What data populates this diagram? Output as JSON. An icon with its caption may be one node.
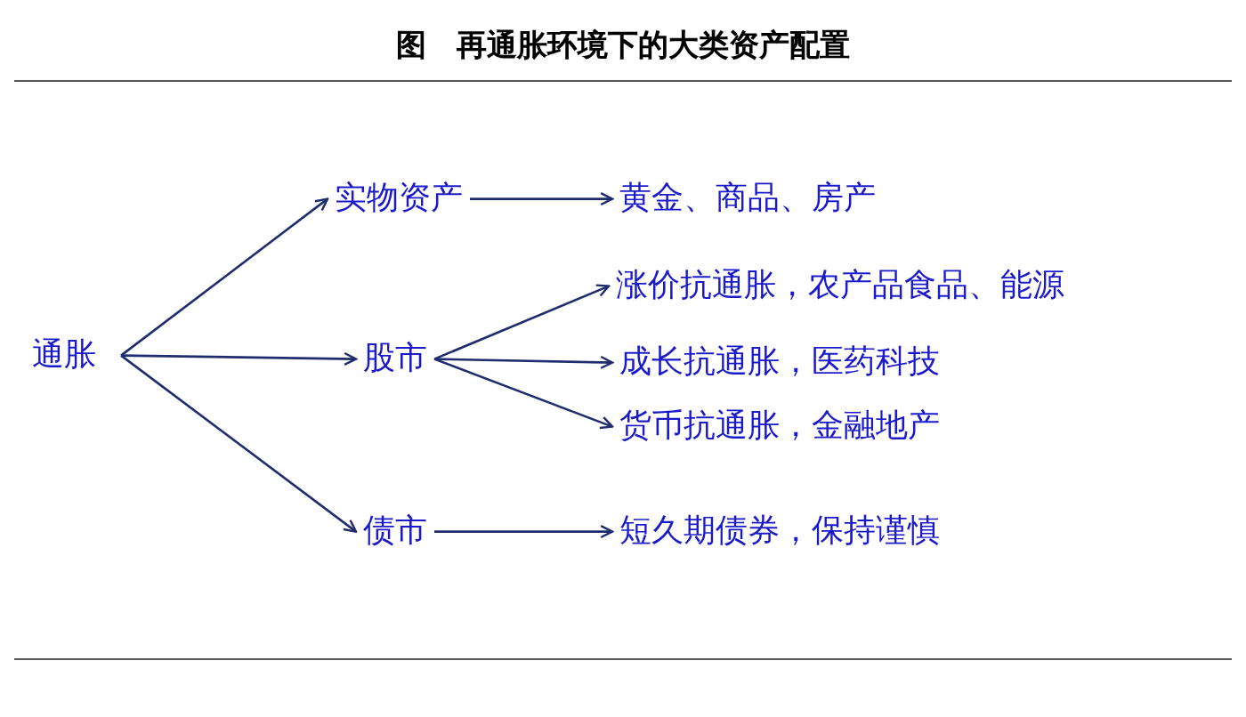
{
  "diagram": {
    "title": "图　再通胀环境下的大类资产配置",
    "nodes": [
      {
        "text": [
          "通胀"
        ]
      },
      {
        "text": [
          "实物资产"
        ]
      },
      {
        "text": [
          "股市"
        ]
      },
      {
        "text": [
          "债市"
        ]
      },
      {
        "text": [
          "黄金、商品、房产"
        ]
      },
      {
        "text": [
          "涨价抗通胀，农产品食品、能源"
        ]
      },
      {
        "text": [
          "成长抗通胀，医药科技"
        ]
      },
      {
        "text": [
          "货币抗通胀，金融地产"
        ]
      },
      {
        "text": [
          "短久期债券，保持谨慎"
        ]
      }
    ],
    "edges": [
      {
        "from": 0,
        "to": 1,
        "arrow": "to"
      },
      {
        "from": 0,
        "to": 2,
        "arrow": "to"
      },
      {
        "from": 0,
        "to": 3,
        "arrow": "to"
      },
      {
        "from": 1,
        "to": 4,
        "arrow": "to"
      },
      {
        "from": 2,
        "to": 5,
        "arrow": "to"
      },
      {
        "from": 2,
        "to": 6,
        "arrow": "to"
      },
      {
        "from": 2,
        "to": 7,
        "arrow": "to"
      },
      {
        "from": 3,
        "to": 8,
        "arrow": "to"
      }
    ]
  }
}
